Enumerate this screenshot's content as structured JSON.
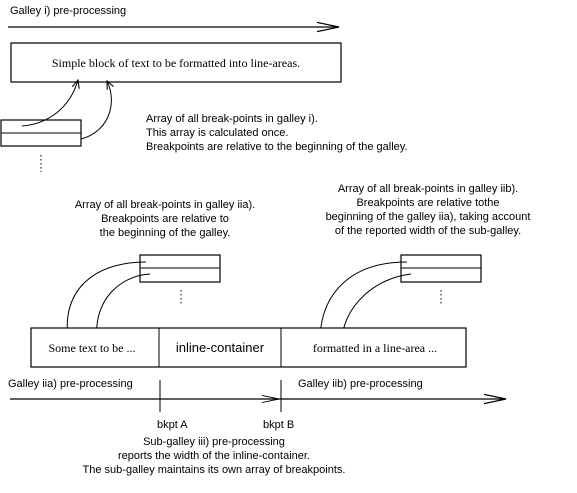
{
  "galley_i": {
    "label": "Galley i) pre-processing",
    "text_block": "Simple block of text to be formatted into line-areas.",
    "array_note": [
      "Array of all break-points in galley i).",
      "This array is calculated once.",
      "Breakpoints are relative to the beginning of the galley."
    ]
  },
  "galley_iia": {
    "array_note": [
      "Array of all break-points in galley iia).",
      "Breakpoints are relative to",
      "the beginning of the galley."
    ],
    "label": "Galley iia) pre-processing"
  },
  "galley_iib": {
    "array_note": [
      "Array of all break-points in galley iib).",
      "Breakpoints are relative tothe",
      "beginning of the galley iia), taking account",
      "of the reported width of the sub-galley."
    ],
    "label": "Galley iib) pre-processing"
  },
  "line_area": {
    "segments": [
      "Some text to be ...",
      "inline-container",
      "formatted in a line-area ..."
    ]
  },
  "breakpoints": {
    "a": "bkpt A",
    "b": "bkpt B"
  },
  "sub_galley_note": [
    "Sub-galley iii) pre-processing",
    "reports the width of the inline-container.",
    "The sub-galley maintains its own array of breakpoints."
  ]
}
